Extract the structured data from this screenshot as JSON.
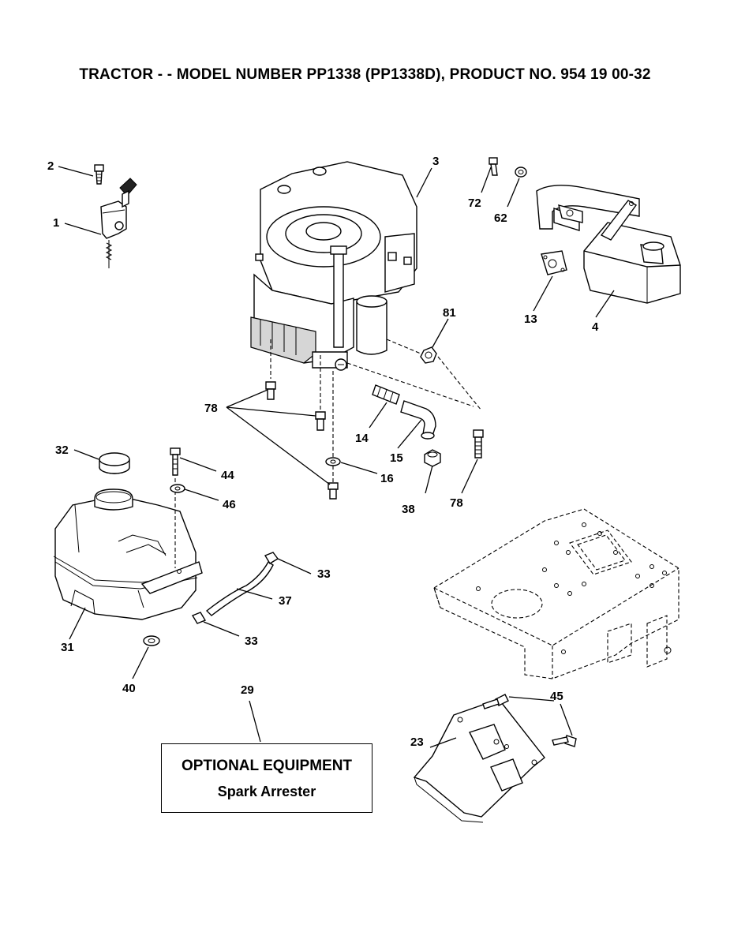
{
  "title": "TRACTOR - - MODEL NUMBER PP1338 (PP1338D), PRODUCT NO. 954 19 00-32",
  "optional_box": {
    "heading": "OPTIONAL EQUIPMENT",
    "item": "Spark Arrester"
  },
  "callouts": {
    "c1": "1",
    "c2": "2",
    "c3": "3",
    "c4": "4",
    "c13": "13",
    "c14": "14",
    "c15": "15",
    "c16": "16",
    "c23": "23",
    "c29": "29",
    "c31": "31",
    "c32": "32",
    "c33a": "33",
    "c33b": "33",
    "c37": "37",
    "c38": "38",
    "c40": "40",
    "c44": "44",
    "c45": "45",
    "c46": "46",
    "c62": "62",
    "c72": "72",
    "c78a": "78",
    "c78b": "78",
    "c81": "81"
  }
}
